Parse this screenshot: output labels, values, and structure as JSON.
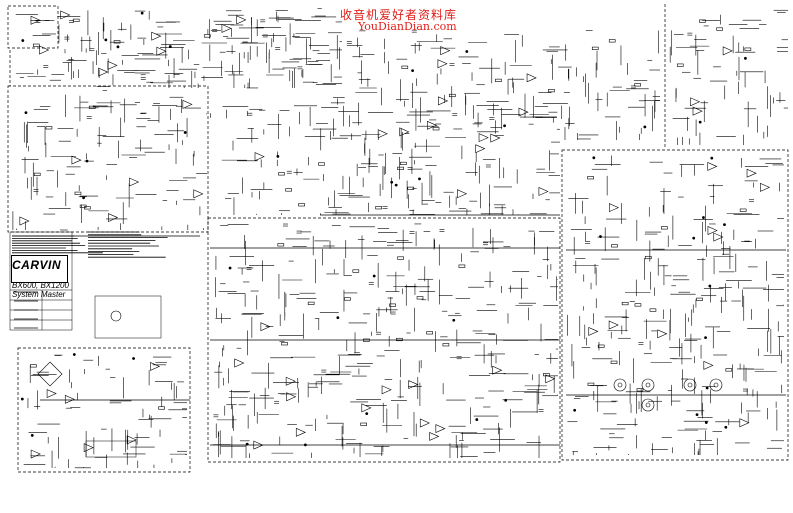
{
  "watermark": {
    "line1": "收音机爱好者资料库",
    "line2": "YouDianDian.com",
    "color": "#e0201b"
  },
  "title_block": {
    "brand": "CARVIN",
    "model_line1": "BX600, BX1200",
    "model_line2": "System Master"
  },
  "colors": {
    "ink": "#000000",
    "paper": "#ffffff"
  }
}
